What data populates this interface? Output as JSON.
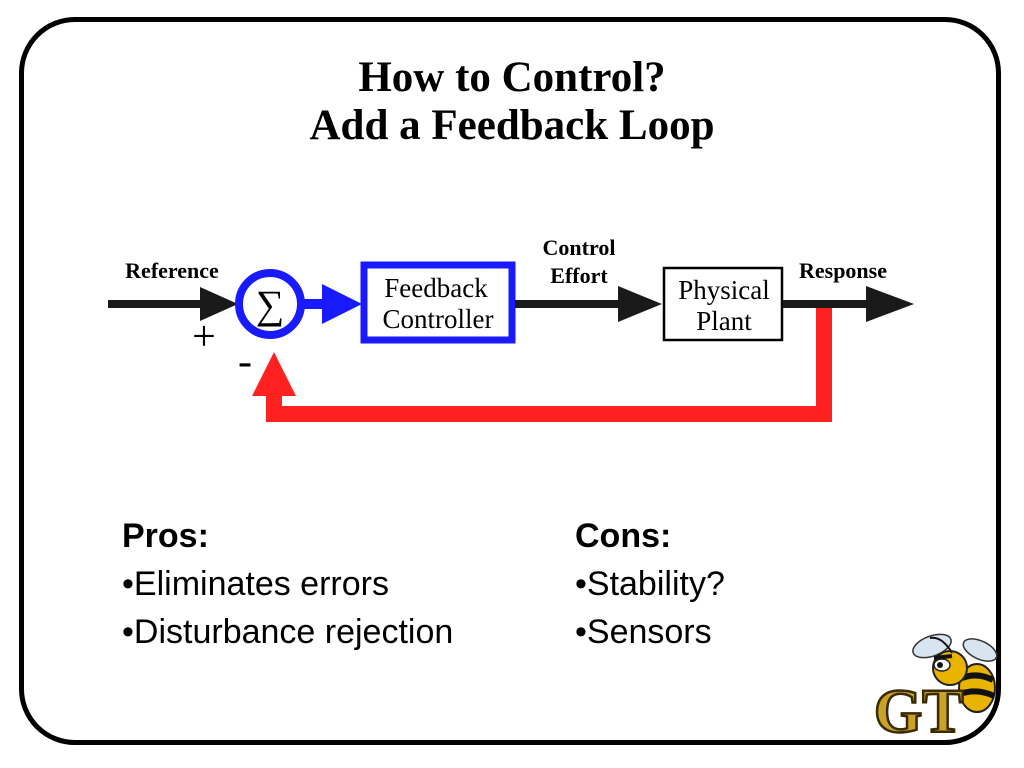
{
  "title": {
    "line1": "How to Control?",
    "line2": "Add a Feedback Loop"
  },
  "diagram": {
    "reference_label": "Reference",
    "plus_sign": "+",
    "minus_sign": "-",
    "summing_symbol": "∑",
    "controller_line1": "Feedback",
    "controller_line2": "Controller",
    "control_effort_line1": "Control",
    "control_effort_line2": "Effort",
    "plant_line1": "Physical",
    "plant_line2": "Plant",
    "response_label": "Response",
    "colors": {
      "forward_path": "#1a1a1a",
      "controller_accent": "#1a1aff",
      "feedback_path": "#ff2020"
    }
  },
  "pros": {
    "heading": "Pros:",
    "items": [
      "•Eliminates errors",
      "•Disturbance rejection"
    ]
  },
  "cons": {
    "heading": "Cons:",
    "items": [
      "•Stability?",
      "•Sensors"
    ]
  },
  "logo": {
    "text": "GT",
    "icon": "yellow-jacket-mascot-icon"
  }
}
